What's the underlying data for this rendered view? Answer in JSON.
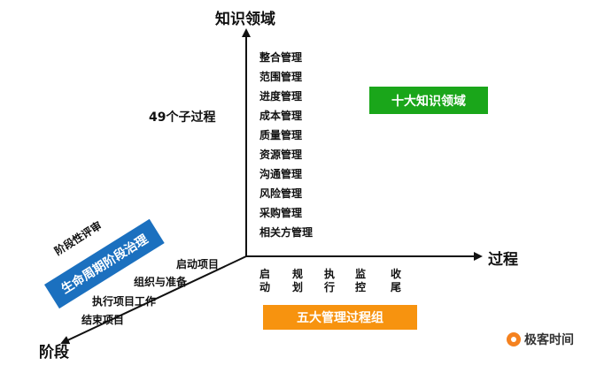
{
  "axes": {
    "vertical_title": "知识领域",
    "horizontal_title": "过程",
    "diagonal_title": "阶段"
  },
  "knowledge_areas": [
    "整合管理",
    "范围管理",
    "进度管理",
    "成本管理",
    "质量管理",
    "资源管理",
    "沟通管理",
    "风险管理",
    "采购管理",
    "相关方管理"
  ],
  "sub_process_count": "49个子过程",
  "ten_areas_badge": "十大知识领域",
  "process_groups": [
    "启动",
    "规划",
    "执行",
    "监控",
    "收尾"
  ],
  "five_groups_badge": "五大管理过程组",
  "lifecycle": {
    "stages": [
      "启动项目",
      "组织与准备",
      "执行项目工作",
      "结束项目"
    ],
    "banner": "生命周期阶段治理",
    "review": "阶段性评审"
  },
  "logo": {
    "text": "极客时间",
    "icon": "geekbang-logo-icon",
    "color": "#f5821f"
  },
  "colors": {
    "green_badge": "#1aa61a",
    "orange_badge": "#f7930f",
    "blue_banner": "#1b70bf",
    "axis": "#111111"
  }
}
